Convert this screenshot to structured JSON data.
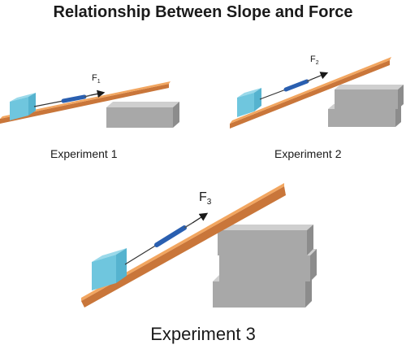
{
  "title": "Relationship Between Slope and Force",
  "experiments": [
    {
      "caption": "Experiment 1",
      "force": "F",
      "sub": "1"
    },
    {
      "caption": "Experiment 2",
      "force": "F",
      "sub": "2"
    },
    {
      "caption": "Experiment 3",
      "force": "F",
      "sub": "3"
    }
  ],
  "watermark_id": "1921031272",
  "colors": {
    "plank": "#f2a660",
    "plank_edge": "#c9763a",
    "block_top": "#9ad9ea",
    "block_front": "#6fc6de",
    "block_side": "#55b3cf",
    "brick_front": "#a8a8a8",
    "brick_top": "#cfcfcf",
    "brick_side": "#8c8c8c",
    "spring_body": "#2a5fb0",
    "text": "#1a1a1a"
  }
}
